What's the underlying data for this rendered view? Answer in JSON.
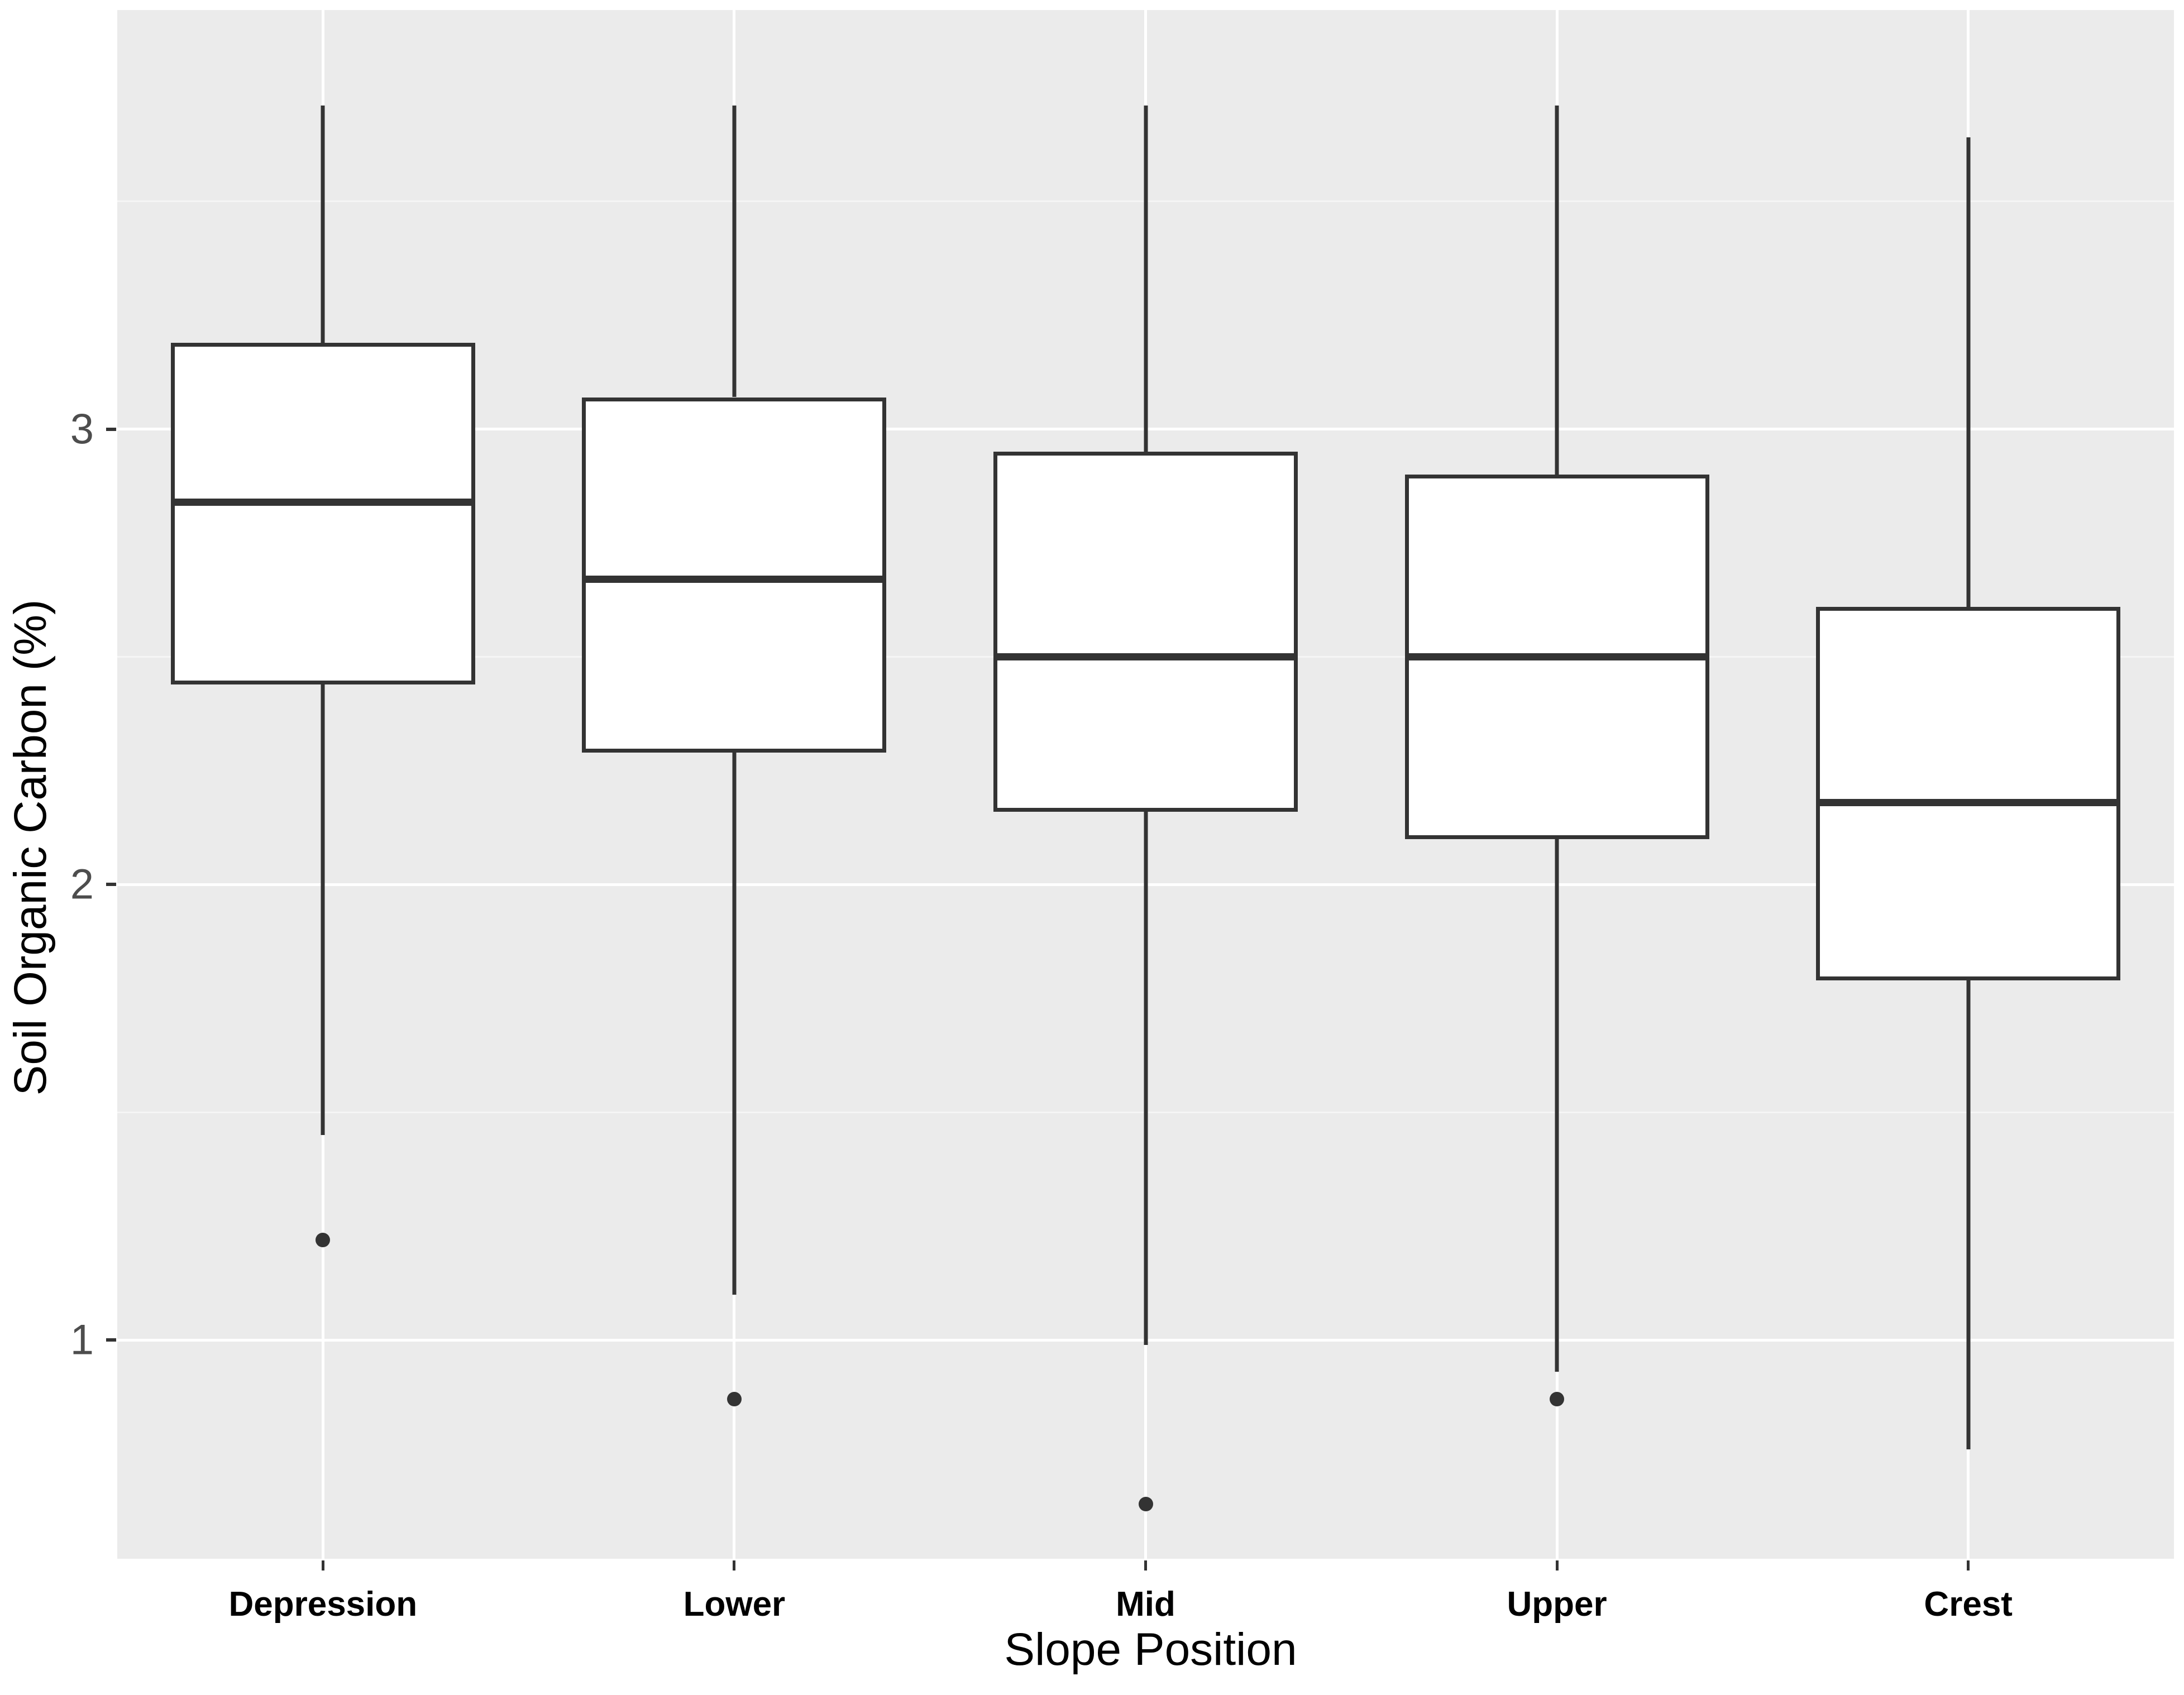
{
  "chart_data": {
    "type": "box",
    "title": "",
    "xlabel": "Slope Position",
    "ylabel": "Soil Organic Carbon (%)",
    "categories": [
      "Depression",
      "Lower",
      "Mid",
      "Upper",
      "Crest"
    ],
    "y_tick_labels": [
      "1",
      "2",
      "3"
    ],
    "y_tick_values": [
      1,
      2,
      3
    ],
    "ylim": [
      0.52,
      3.92
    ],
    "grid": "major and minor horizontal, major vertical, white on grey panel",
    "legend": "none",
    "panel_background": "#EBEBEB",
    "major_gridline_color": "#FFFFFF",
    "minor_gridline_color": "#F5F5F5",
    "box_fill": "#FFFFFF",
    "box_line_color": "#333333",
    "series": [
      {
        "name": "Depression",
        "whisker_low": 1.45,
        "q1": 2.44,
        "median": 2.84,
        "q3": 3.19,
        "whisker_high": 3.71,
        "outliers": [
          1.22
        ]
      },
      {
        "name": "Lower",
        "whisker_low": 1.1,
        "q1": 2.29,
        "median": 2.67,
        "q3": 3.07,
        "whisker_high": 3.71,
        "outliers": [
          0.87
        ]
      },
      {
        "name": "Mid",
        "whisker_low": 0.99,
        "q1": 2.16,
        "median": 2.5,
        "q3": 2.95,
        "whisker_high": 3.71,
        "outliers": [
          0.64
        ]
      },
      {
        "name": "Upper",
        "whisker_low": 0.93,
        "q1": 2.1,
        "median": 2.5,
        "q3": 2.9,
        "whisker_high": 3.71,
        "outliers": [
          0.87
        ]
      },
      {
        "name": "Crest",
        "whisker_low": 0.76,
        "q1": 1.79,
        "median": 2.18,
        "q3": 2.61,
        "whisker_high": 3.64,
        "outliers": []
      }
    ]
  }
}
